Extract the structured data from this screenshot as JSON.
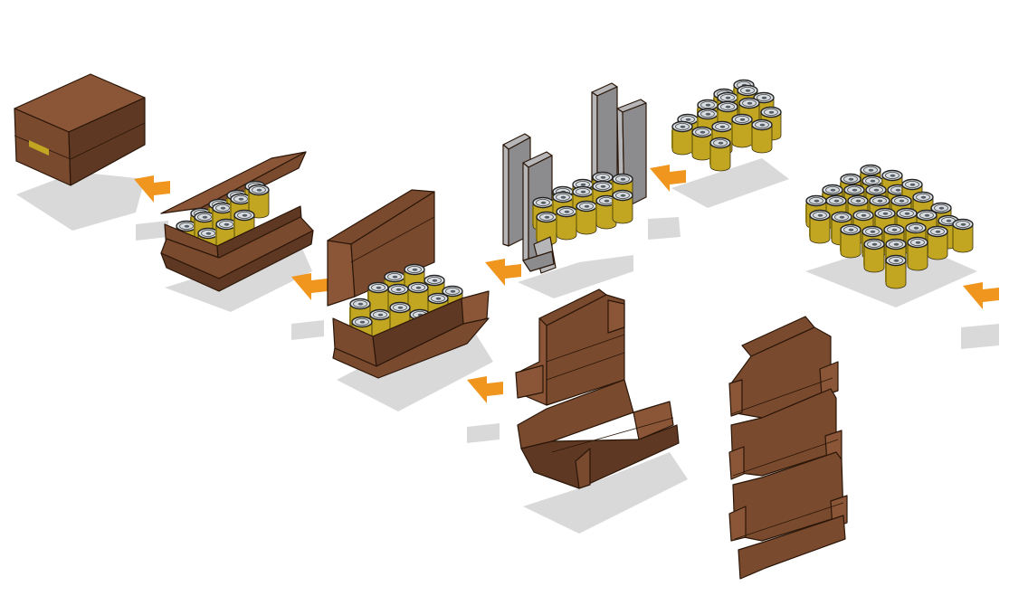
{
  "colors": {
    "carton": "#7a4a2f",
    "carton_light": "#8a5637",
    "carton_dark": "#5e3822",
    "arrow": "#f0961e",
    "can_body": "#c2a621",
    "can_top": "#d8dde2",
    "can_top_dark": "#5a6068",
    "gripper": "#b6b6b8",
    "gripper_dark": "#8c8c8e"
  },
  "steps": [
    {
      "stage": "flat-blank",
      "icon": "flat-carton-blank-icon"
    },
    {
      "stage": "partially-folded-blank",
      "icon": "partially-folded-blank-icon"
    },
    {
      "stage": "can-grouping",
      "icon": "grouped-cans-icon"
    },
    {
      "stage": "gripper-transfer",
      "icon": "gripper-icon"
    },
    {
      "stage": "cans-placed-in-tray",
      "icon": "open-tray-with-cans-icon"
    },
    {
      "stage": "lid-folding",
      "icon": "lid-folding-icon"
    },
    {
      "stage": "closed-carton",
      "icon": "closed-carton-icon"
    }
  ]
}
